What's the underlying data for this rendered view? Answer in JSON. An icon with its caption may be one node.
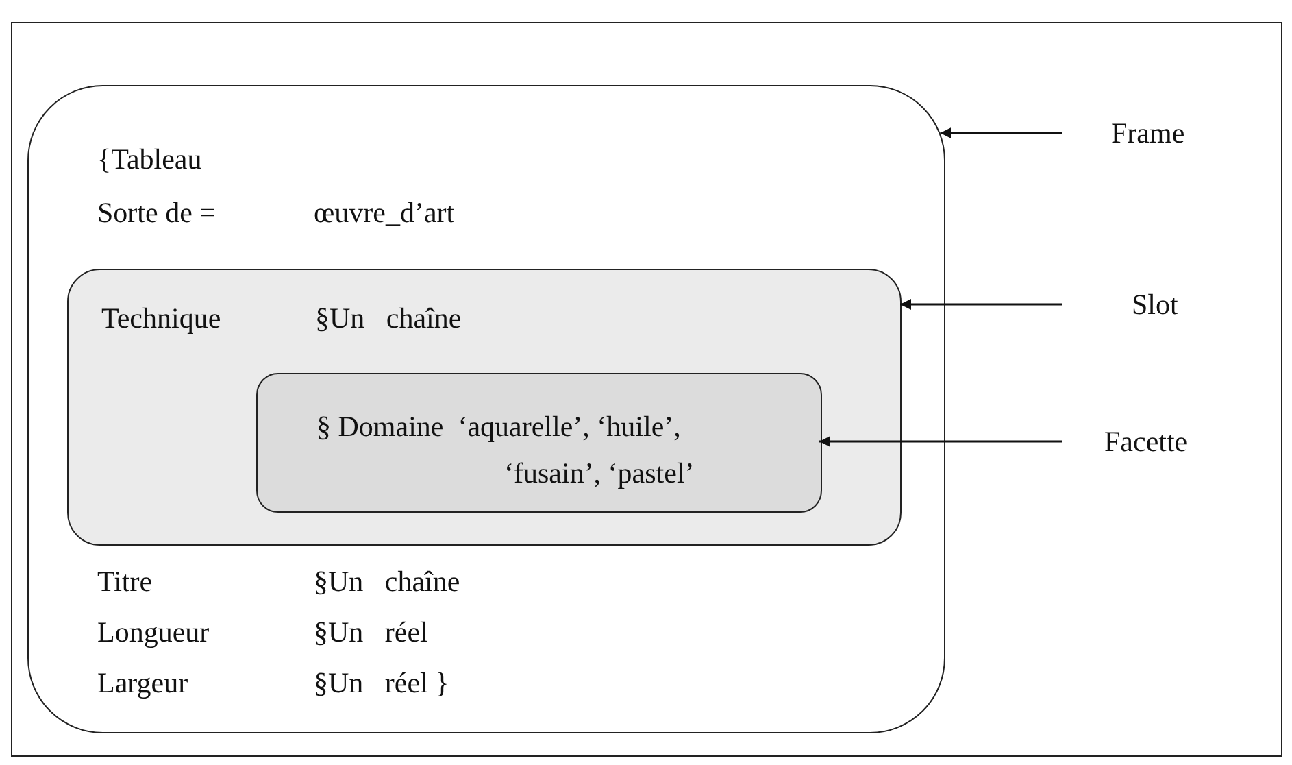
{
  "diagram": {
    "nodes": [
      {
        "text": [
          "{Tableau",
          "Sorte de =",
          "œuvre_d’art",
          "Titre",
          "§Un   chaîne",
          "Longueur",
          "§Un   réel",
          "Largeur",
          "§Un   réel }"
        ]
      },
      {
        "text": [
          "Technique",
          "§Un   chaîne"
        ],
        "in": 0
      },
      {
        "text": [
          "§ Domaine  ‘aquarelle’, ‘huile’, ‘fusain’, ‘pastel’"
        ],
        "in": 1
      },
      {
        "text": [
          "Frame"
        ]
      },
      {
        "text": [
          "Slot"
        ]
      },
      {
        "text": [
          "Facette"
        ]
      }
    ],
    "edges": [
      {
        "from": 3,
        "to": 0,
        "arrow": "to"
      },
      {
        "from": 4,
        "to": 1,
        "arrow": "to"
      },
      {
        "from": 5,
        "to": 2,
        "arrow": "to"
      }
    ]
  }
}
